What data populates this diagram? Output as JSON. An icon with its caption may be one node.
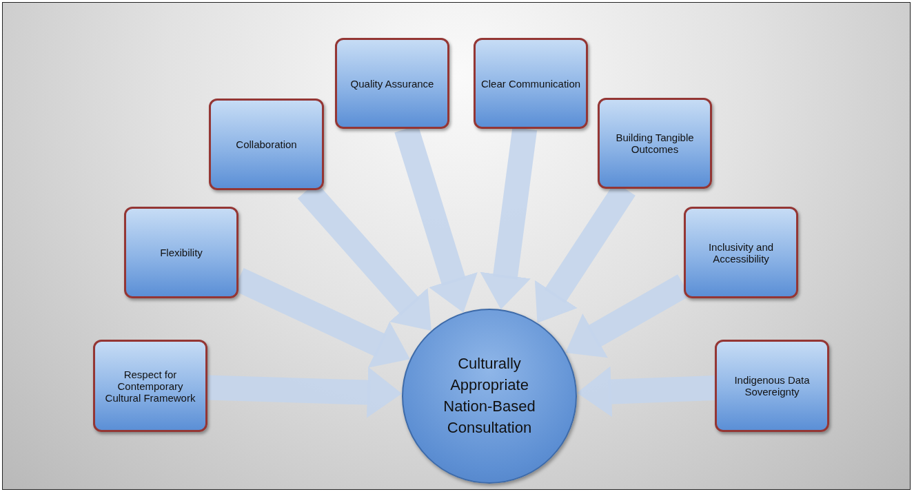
{
  "diagram": {
    "nodes": [
      {
        "text": [
          "Respect for Contemporary Cultural Framework"
        ]
      },
      {
        "text": [
          "Flexibility"
        ]
      },
      {
        "text": [
          "Collaboration"
        ]
      },
      {
        "text": [
          "Quality Assurance"
        ]
      },
      {
        "text": [
          "Clear Communication"
        ]
      },
      {
        "text": [
          "Building Tangible Outcomes"
        ]
      },
      {
        "text": [
          "Inclusivity and Accessibility"
        ]
      },
      {
        "text": [
          "Indigenous Data Sovereignty"
        ]
      },
      {
        "text": [
          "Culturally Appropriate Nation-Based Consultation"
        ]
      }
    ],
    "edges": [
      {
        "from": 0,
        "to": 8,
        "arrow": "to"
      },
      {
        "from": 1,
        "to": 8,
        "arrow": "to"
      },
      {
        "from": 2,
        "to": 8,
        "arrow": "to"
      },
      {
        "from": 3,
        "to": 8,
        "arrow": "to"
      },
      {
        "from": 4,
        "to": 8,
        "arrow": "to"
      },
      {
        "from": 5,
        "to": 8,
        "arrow": "to"
      },
      {
        "from": 6,
        "to": 8,
        "arrow": "to"
      },
      {
        "from": 7,
        "to": 8,
        "arrow": "to"
      }
    ]
  }
}
